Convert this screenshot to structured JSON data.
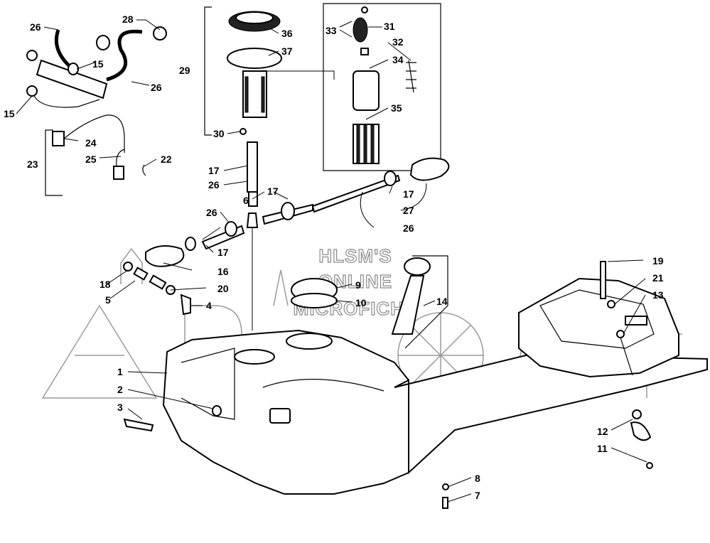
{
  "watermark": {
    "lines": [
      "HLSM'S",
      "ONLINE",
      "MICROFICHE"
    ]
  },
  "callouts": [
    {
      "id": "c26a",
      "text": "26"
    },
    {
      "id": "c28",
      "text": "28"
    },
    {
      "id": "c15a",
      "text": "15"
    },
    {
      "id": "c26b",
      "text": "26"
    },
    {
      "id": "c15b",
      "text": "15"
    },
    {
      "id": "c29",
      "text": "29"
    },
    {
      "id": "c36",
      "text": "36"
    },
    {
      "id": "c37",
      "text": "37"
    },
    {
      "id": "c33",
      "text": "33"
    },
    {
      "id": "c31",
      "text": "31"
    },
    {
      "id": "c32",
      "text": "32"
    },
    {
      "id": "c34",
      "text": "34"
    },
    {
      "id": "c35",
      "text": "35"
    },
    {
      "id": "c30",
      "text": "30"
    },
    {
      "id": "c24",
      "text": "24"
    },
    {
      "id": "c25",
      "text": "25"
    },
    {
      "id": "c22",
      "text": "22"
    },
    {
      "id": "c23",
      "text": "23"
    },
    {
      "id": "c17a",
      "text": "17"
    },
    {
      "id": "c26c",
      "text": "26"
    },
    {
      "id": "c17b",
      "text": "17"
    },
    {
      "id": "c17c",
      "text": "17"
    },
    {
      "id": "c27",
      "text": "27"
    },
    {
      "id": "c6",
      "text": "6"
    },
    {
      "id": "c26d",
      "text": "26"
    },
    {
      "id": "c26e",
      "text": "26"
    },
    {
      "id": "c17d",
      "text": "17"
    },
    {
      "id": "c16",
      "text": "16"
    },
    {
      "id": "c18",
      "text": "18"
    },
    {
      "id": "c5",
      "text": "5"
    },
    {
      "id": "c20",
      "text": "20"
    },
    {
      "id": "c4",
      "text": "4"
    },
    {
      "id": "c9",
      "text": "9"
    },
    {
      "id": "c10",
      "text": "10"
    },
    {
      "id": "c14",
      "text": "14"
    },
    {
      "id": "c19",
      "text": "19"
    },
    {
      "id": "c21",
      "text": "21"
    },
    {
      "id": "c13",
      "text": "13"
    },
    {
      "id": "c1",
      "text": "1"
    },
    {
      "id": "c2",
      "text": "2"
    },
    {
      "id": "c3",
      "text": "3"
    },
    {
      "id": "c12",
      "text": "12"
    },
    {
      "id": "c11",
      "text": "11"
    },
    {
      "id": "c8",
      "text": "8"
    },
    {
      "id": "c7",
      "text": "7"
    }
  ]
}
